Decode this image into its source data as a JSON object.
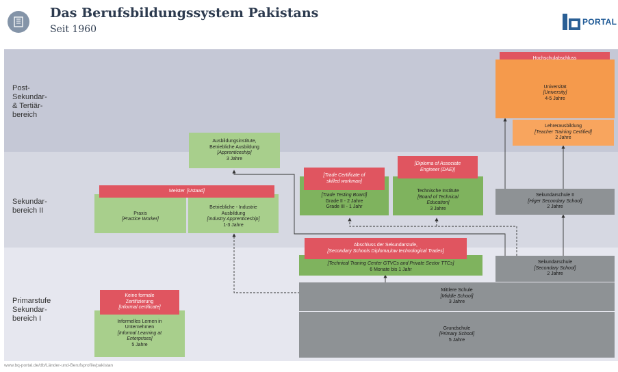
{
  "header": {
    "title": "Das Berufsbildungssystem Pakistans",
    "subtitle": "Seit 1960",
    "logo_text": "PORTAL",
    "icon": "book-icon"
  },
  "levels": {
    "post": "Post-\nSekundar-\n& Tertiär-\nbereich",
    "sek2": "Sekundar-\nbereich II",
    "prim": "Primarstufe\nSekundar-\nbereich I"
  },
  "boxes": {
    "hochschulabschluss": "Hochschulabschluss",
    "universitaet": {
      "l1": "Universität",
      "l2": "[University]",
      "l3": "4-5 Jahre"
    },
    "lehrer": {
      "l1": "Lehrerausbildung",
      "l2": "[Teacher Training Certified]",
      "l3": "2 Jahre"
    },
    "ausbildungsinst": {
      "l1": "Ausbildungsinstitute,",
      "l2": "Betriebliche Ausbildung",
      "l3": "[Apprenticeship]",
      "l4": "3 Jahre"
    },
    "trade_cert": {
      "l1": "[Trade Certificate of",
      "l2": "skilled workman]"
    },
    "diploma_assoc": {
      "l1": "[Diploma of Associate",
      "l2": "Engineer (DAE)]"
    },
    "trade_board": {
      "l1": "[Trade Testing Board]",
      "l2": "Grade II - 2 Jahre",
      "l3": "Grade III - 1 Jahr"
    },
    "tech_inst": {
      "l1": "Technische Institute",
      "l2": "[Board of Technical",
      "l3": "Education]",
      "l4": "3 Jahre"
    },
    "sek2": {
      "l1": "Sekundarschule II",
      "l2": "[Higer Secondary School]",
      "l3": "2 Jahre"
    },
    "meister": {
      "l1": "Meister",
      "l2": "[Ustaad]"
    },
    "praxis": {
      "l1": "Praxis",
      "l2": "[Practice Worker]"
    },
    "industrie": {
      "l1": "Betriebliche - Industrie",
      "l2": "Ausbildung",
      "l3": "[Industry Apprenticeship]",
      "l4": "1-3 Jahre"
    },
    "abschluss_sek": {
      "l1": "Abschluss der Sekundarstufe,",
      "l2": "[Secondary Schools Diploma,low technological Trades]"
    },
    "gtvc": {
      "l1": "[Technical Traning Center GTVCs and Private Sector TTCs]",
      "l2": "6 Monate bis 1 Jahr"
    },
    "sekundarschule": {
      "l1": "Sekundarschule",
      "l2": "[Secondary School]",
      "l3": "2 Jahre"
    },
    "mittlere": {
      "l1": "Mittlere Schule",
      "l2": "[Middle School]",
      "l3": "3 Jahre"
    },
    "grundschule": {
      "l1": "Grundschule",
      "l2": "[Primary School]",
      "l3": "5 Jahre"
    },
    "keine_formale": {
      "l1": "Keine formale",
      "l2": "Zertifizierung",
      "l3": "[Informal certificate]"
    },
    "informelles": {
      "l1": "Informelles Lernen in",
      "l2": "Unternehmen",
      "l3": "[Informal Learning at",
      "l4": "Enterprises]",
      "l5": "5 Jahre"
    }
  },
  "footer": "www.bq-portal.de/db/Länder-und-Berufsprofile/pakistan",
  "colors": {
    "band_top": "#c5c8d6",
    "band_mid": "#d6d8e2",
    "band_low": "#e6e7ef",
    "light_green": "#a8cf8c",
    "dark_green": "#7fb35e",
    "gray": "#8e9295",
    "orange": "#f59a4c",
    "red": "#e05560"
  }
}
